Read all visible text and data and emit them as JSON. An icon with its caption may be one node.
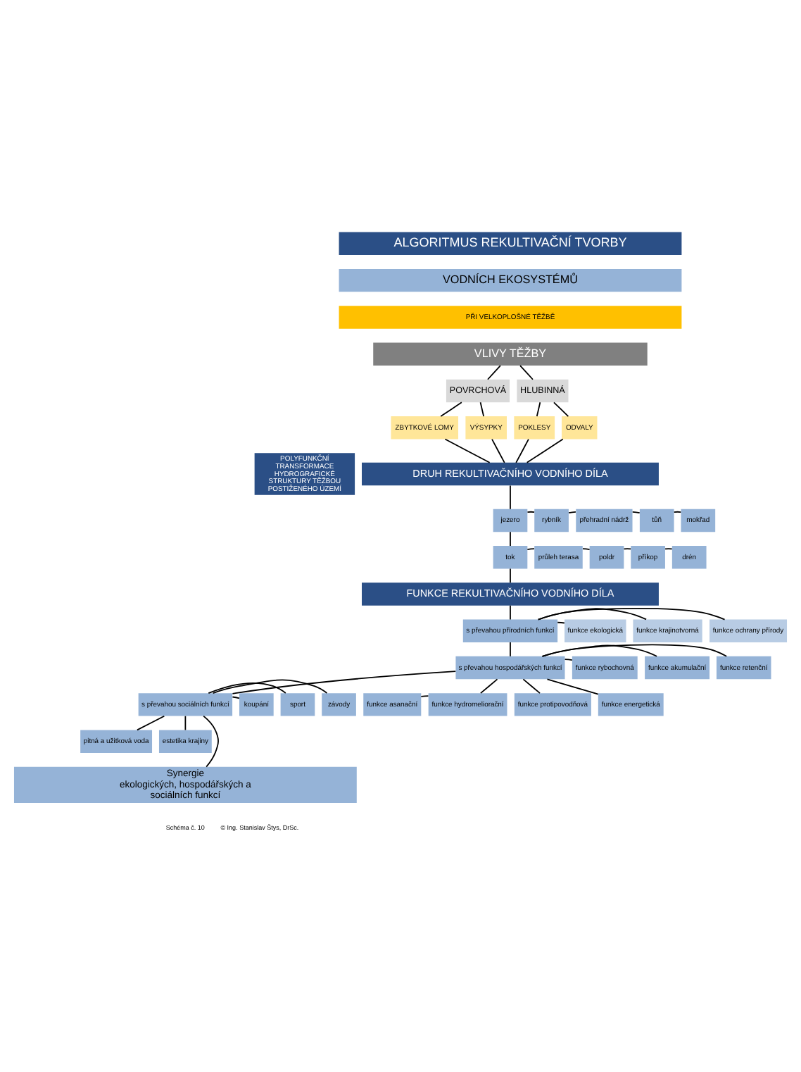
{
  "diagram": {
    "nodes": [
      {
        "text": [
          "ALGORITMUS REKULTIVAČNÍ TVORBY"
        ]
      },
      {
        "text": [
          "VODNÍCH EKOSYSTÉMŮ"
        ]
      },
      {
        "text": [
          "PŘI VELKOPLOŠNÉ TĚŽBĚ"
        ]
      },
      {
        "text": [
          "VLIVY TĚŽBY"
        ]
      },
      {
        "text": [
          "POVRCHOVÁ"
        ]
      },
      {
        "text": [
          "HLUBINNÁ"
        ]
      },
      {
        "text": [
          "ZBYTKOVÉ LOMY"
        ]
      },
      {
        "text": [
          "VÝSYPKY"
        ]
      },
      {
        "text": [
          "POKLESY"
        ]
      },
      {
        "text": [
          "ODVALY"
        ]
      },
      {
        "text": [
          "POLYFUNKČNÍ TRANSFORMACE HYDROGRAFICKÉ STRUKTURY TĚŽBOU POSTIŽENÉHO ÚZEMÍ"
        ]
      },
      {
        "text": [
          "DRUH REKULTIVAČNÍHO VODNÍHO DÍLA"
        ]
      },
      {
        "text": [
          "jezero"
        ]
      },
      {
        "text": [
          "rybník"
        ]
      },
      {
        "text": [
          "přehradní nádrž"
        ]
      },
      {
        "text": [
          "tůň"
        ]
      },
      {
        "text": [
          "mokřad"
        ]
      },
      {
        "text": [
          "tok"
        ]
      },
      {
        "text": [
          "průleh terasa"
        ]
      },
      {
        "text": [
          "poldr"
        ]
      },
      {
        "text": [
          "příkop"
        ]
      },
      {
        "text": [
          "drén"
        ]
      },
      {
        "text": [
          "FUNKCE REKULTIVAČNÍHO VODNÍHO DÍLA"
        ]
      },
      {
        "text": [
          "s převahou přírodních funkcí"
        ]
      },
      {
        "text": [
          "funkce ekologická"
        ]
      },
      {
        "text": [
          "funkce krajinotvorná"
        ]
      },
      {
        "text": [
          "funkce ochrany přírody"
        ]
      },
      {
        "text": [
          "s převahou hospodářských funkcí"
        ]
      },
      {
        "text": [
          "funkce rybochovná"
        ]
      },
      {
        "text": [
          "funkce akumulační"
        ]
      },
      {
        "text": [
          "funkce retenční"
        ]
      },
      {
        "text": [
          "funkce asanační"
        ]
      },
      {
        "text": [
          "funkce hydromeliorační"
        ]
      },
      {
        "text": [
          "funkce protipovodňová"
        ]
      },
      {
        "text": [
          "funkce energetická"
        ]
      },
      {
        "text": [
          "s převahou sociálních funkcí"
        ]
      },
      {
        "text": [
          "koupání"
        ]
      },
      {
        "text": [
          "sport"
        ]
      },
      {
        "text": [
          "závody"
        ]
      },
      {
        "text": [
          "pitná a užitková voda"
        ]
      },
      {
        "text": [
          "estetika krajiny"
        ]
      },
      {
        "text": [
          "Synergie",
          "ekologických, hospodářských a sociálních funkcí"
        ]
      }
    ],
    "edges": [
      {
        "from": 3,
        "to": 4,
        "arrow": "none"
      },
      {
        "from": 3,
        "to": 5,
        "arrow": "none"
      },
      {
        "from": 4,
        "to": 6,
        "arrow": "none"
      },
      {
        "from": 4,
        "to": 7,
        "arrow": "none"
      },
      {
        "from": 5,
        "to": 8,
        "arrow": "none"
      },
      {
        "from": 5,
        "to": 9,
        "arrow": "none"
      },
      {
        "from": 6,
        "to": 11,
        "arrow": "none"
      },
      {
        "from": 7,
        "to": 11,
        "arrow": "none"
      },
      {
        "from": 8,
        "to": 11,
        "arrow": "none"
      },
      {
        "from": 9,
        "to": 11,
        "arrow": "none"
      },
      {
        "from": 11,
        "to": 12,
        "arrow": "none"
      },
      {
        "from": 12,
        "to": 17,
        "arrow": "none"
      },
      {
        "from": 17,
        "to": 22,
        "arrow": "none"
      },
      {
        "from": 22,
        "to": 23,
        "arrow": "none"
      },
      {
        "from": 23,
        "to": 27,
        "arrow": "none"
      },
      {
        "from": 27,
        "to": 35,
        "arrow": "none"
      },
      {
        "from": 35,
        "to": 41,
        "arrow": "none"
      },
      {
        "from": 12,
        "to": 13,
        "arrow": "none"
      },
      {
        "from": 13,
        "to": 14,
        "arrow": "none"
      },
      {
        "from": 14,
        "to": 15,
        "arrow": "none"
      },
      {
        "from": 15,
        "to": 16,
        "arrow": "none"
      },
      {
        "from": 17,
        "to": 18,
        "arrow": "none"
      },
      {
        "from": 18,
        "to": 19,
        "arrow": "none"
      },
      {
        "from": 19,
        "to": 20,
        "arrow": "none"
      },
      {
        "from": 20,
        "to": 21,
        "arrow": "none"
      },
      {
        "from": 23,
        "to": 24,
        "arrow": "none"
      },
      {
        "from": 23,
        "to": 25,
        "arrow": "none"
      },
      {
        "from": 23,
        "to": 26,
        "arrow": "none"
      },
      {
        "from": 27,
        "to": 28,
        "arrow": "none"
      },
      {
        "from": 27,
        "to": 29,
        "arrow": "none"
      },
      {
        "from": 27,
        "to": 30,
        "arrow": "none"
      },
      {
        "from": 27,
        "to": 32,
        "arrow": "none"
      },
      {
        "from": 27,
        "to": 33,
        "arrow": "none"
      },
      {
        "from": 27,
        "to": 34,
        "arrow": "none"
      },
      {
        "from": 31,
        "to": 32,
        "arrow": "none"
      },
      {
        "from": 35,
        "to": 36,
        "arrow": "none"
      },
      {
        "from": 35,
        "to": 37,
        "arrow": "none"
      },
      {
        "from": 35,
        "to": 38,
        "arrow": "none"
      },
      {
        "from": 35,
        "to": 39,
        "arrow": "none"
      },
      {
        "from": 35,
        "to": 40,
        "arrow": "none"
      }
    ],
    "labels": [
      "Schéma č. 10",
      "© Ing. Stanislav Štys, DrSc."
    ]
  }
}
